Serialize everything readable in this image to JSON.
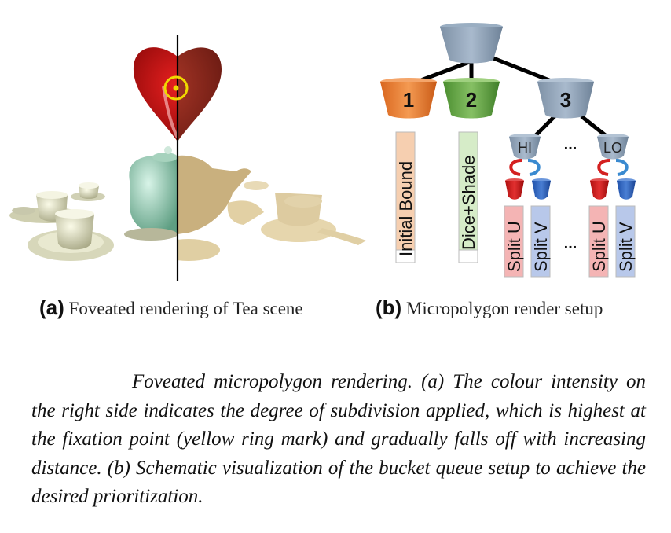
{
  "figure_a": {
    "tag": "(a)",
    "label": "Foveated rendering of Tea scene"
  },
  "figure_b": {
    "tag": "(b)",
    "label": "Micropolygon render setup",
    "buckets": [
      {
        "number": "1",
        "color": "#e8772e"
      },
      {
        "number": "2",
        "color": "#5a9f3c"
      },
      {
        "number": "3",
        "color": "#8a9db2"
      }
    ],
    "sub_buckets": [
      "HI",
      "LO"
    ],
    "ellipsis": "...",
    "tasks": [
      "Initial Bound",
      "Dice+Shade"
    ],
    "splits": [
      "Split U",
      "Split V"
    ]
  },
  "caption": "Foveated micropolygon rendering. (a) The colour intensity on the right side indicates the degree of subdivision applied, which is highest at the fixation point (yellow ring mark) and gradually falls off with increasing distance. (b) Schematic visualization of the bucket queue setup to achieve the desired prioritization."
}
